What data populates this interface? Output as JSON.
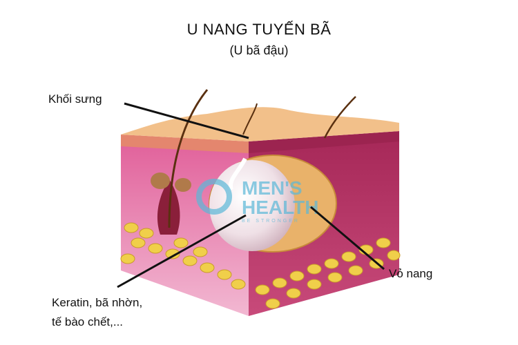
{
  "title": "U NANG TUYẾN BÃ",
  "subtitle": "(U bã đậu)",
  "labels": {
    "swelling": "Khối sưng",
    "capsule": "Vỏ nang",
    "contents_line1": "Keratin, bã nhờn,",
    "contents_line2": "tế bào chết,..."
  },
  "watermark": {
    "line1": "MEN'S",
    "line2": "HEALTH",
    "tagline": "BE STRONGER"
  },
  "colors": {
    "skin_top": "#f2c08a",
    "dermis": "#e89ab8",
    "dermis_dark": "#b0315f",
    "fat": "#f0cf4a",
    "cyst": "#f2e6ec",
    "watermark": "#5bb8d8"
  }
}
